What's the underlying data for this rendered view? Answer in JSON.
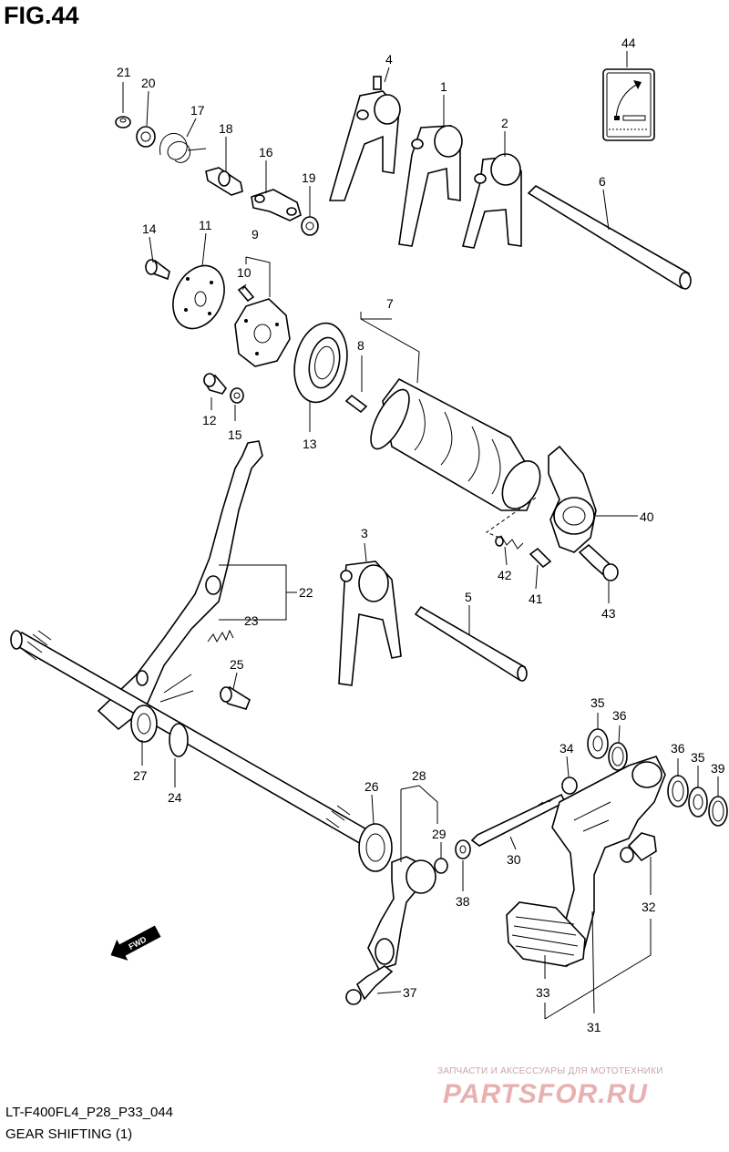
{
  "figure": {
    "title": "FIG.44"
  },
  "callouts": {
    "c1": "1",
    "c2": "2",
    "c3": "3",
    "c4": "4",
    "c5": "5",
    "c6": "6",
    "c7": "7",
    "c8": "8",
    "c9": "9",
    "c10": "10",
    "c11": "11",
    "c12": "12",
    "c13": "13",
    "c14": "14",
    "c15": "15",
    "c16": "16",
    "c17": "17",
    "c18": "18",
    "c19": "19",
    "c20": "20",
    "c21": "21",
    "c22": "22",
    "c23": "23",
    "c24": "24",
    "c25": "25",
    "c26": "26",
    "c27": "27",
    "c28": "28",
    "c29": "29",
    "c30": "30",
    "c31": "31",
    "c32": "32",
    "c33": "33",
    "c34": "34",
    "c35a": "35",
    "c35b": "35",
    "c36a": "36",
    "c36b": "36",
    "c37": "37",
    "c38": "38",
    "c39": "39",
    "c40": "40",
    "c41": "41",
    "c42": "42",
    "c43": "43",
    "c44": "44"
  },
  "direction_label": "FWD",
  "watermark": {
    "tagline": "ЗАПЧАСТИ И АКСЕССУАРЫ ДЛЯ МОТОТЕХНИКИ",
    "brand": "PARTSFOR.RU"
  },
  "footer": {
    "code": "LT-F400FL4_P28_P33_044",
    "name": "GEAR SHIFTING (1)"
  },
  "icons": [
    "gear-position-label-icon",
    "fwd-arrow-icon"
  ]
}
